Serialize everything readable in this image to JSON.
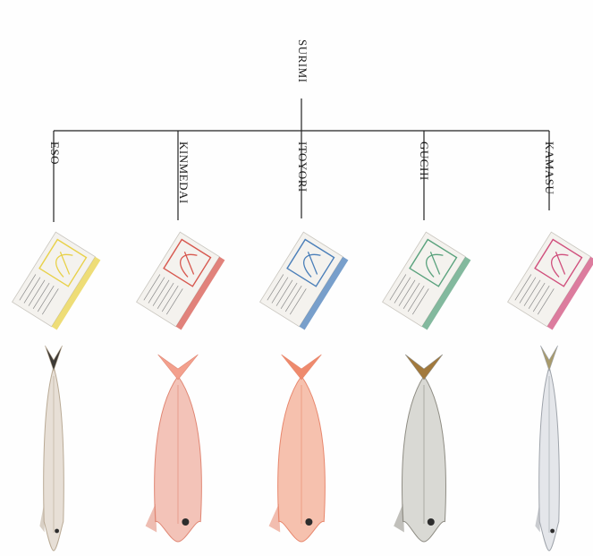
{
  "root": {
    "label": "SURIMI"
  },
  "species": [
    {
      "label": "ESO",
      "box_accent": "#e8d14a",
      "fish_color": "#e7dfd6",
      "fish_shade": "#b9aa95",
      "tail_color": "#3d3a36"
    },
    {
      "label": "KINMEDAI",
      "box_accent": "#d7584f",
      "fish_color": "#f3c3b8",
      "fish_shade": "#e08673",
      "tail_color": "#f3a08d"
    },
    {
      "label": "ITOYORI",
      "box_accent": "#4b7fb9",
      "fish_color": "#f6c1ae",
      "fish_shade": "#e8876d",
      "tail_color": "#ee8a6d"
    },
    {
      "label": "GUCHI",
      "box_accent": "#5aa27d",
      "fish_color": "#d9d9d4",
      "fish_shade": "#8e8c83",
      "tail_color": "#a2793c"
    },
    {
      "label": "KAMASU",
      "box_accent": "#d0507d",
      "fish_color": "#e4e6ea",
      "fish_shade": "#9ea3aa",
      "tail_color": "#a89a6b"
    }
  ]
}
